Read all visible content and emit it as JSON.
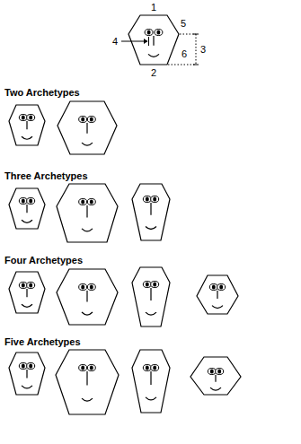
{
  "diagram": {
    "labels": [
      "1",
      "5",
      "4",
      "3",
      "6",
      "2",
      "Two Archetypes",
      "Three Archetypes",
      "Four Archetypes",
      "Five Archetypes"
    ]
  }
}
